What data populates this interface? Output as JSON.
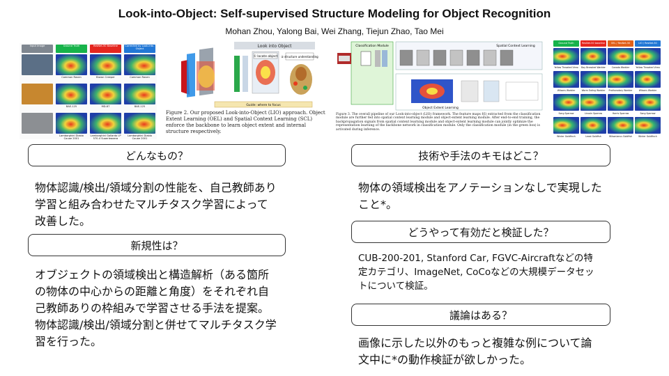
{
  "paper": {
    "title": "Look-into-Object: Self-supervised Structure Modeling for Object Recognition",
    "authors": "Mohan Zhou, Yalong Bai, Wei Zhang, Tiejun Zhao, Tao Mei"
  },
  "figures": {
    "fig1_headers": [
      "Input Image",
      "Ground Truth",
      "ResNet-50 Baseline",
      "Corrected by Look-into-Object"
    ],
    "fig1_labels": [
      "Common Raven",
      "Brown Creeper",
      "Common Raven",
      "BAE-125",
      "MD-87",
      "BAE-125",
      "Lamborghini Diablo Coupe 2001",
      "Lamborghini Gallardo LP 570-4 Superleggera 2012",
      "Lamborghini Diablo Coupe 2001"
    ],
    "fig2_caption": "Figure 2. Our proposed Look-into-Object (LIO) approach. Object Extent Learning (OEL) and Spatial Context Learning (SCL) enforce the backbone to learn object extent and internal structure respectively.",
    "fig2_header": "Look into Object",
    "fig2_tags": [
      "① locate object",
      "② structure understanding"
    ],
    "fig2_footer": "Guide: where to focus",
    "fig3_modules": [
      "Classification Module",
      "Spatial Context Learning",
      "Object Extent Learning"
    ],
    "fig3_caption": "Figure 3. The overall pipeline of our Look-into-object (LIO) framework. The feature maps f(I) extracted from the classification module are further fed into spatial context learning module and object-extent learning module. After end-to-end training, the backpropagation signals from spatial context learning module and object-extent learning module can jointly optimize the representation learning of the backbone network in classification module. Only the classification module (in the green box) is activated during inference.",
    "fig4_headers": [
      "Ground Truth",
      "ResNet-50 baseline",
      "OEL / ResNet-50",
      "LIO / ResNet-50"
    ],
    "fig4_labels": [
      "Yellow Throated Vireo",
      "Bay Breasted Warbler",
      "Canada Warbler",
      "Yellow Throated Vireo",
      "Wilsons Warbler",
      "Worm Eating Warbler",
      "Prothonotary Warbler",
      "Wilsons Warbler",
      "Song Sparrow",
      "Lincoln Sparrow",
      "Harris Sparrow",
      "Song Sparrow",
      "Winter Goldfinch",
      "Least Goldfish",
      "Wilsonianus Goldfish",
      "Winter Goldfinch"
    ]
  },
  "left": {
    "q1": "どんなもの？",
    "a1": "物体認識/検出/領域分割の性能を、自己教師あり学習と組み合わせたマルチタスク学習によって改善した。",
    "q2": "新規性は？",
    "a2": "オブジェクトの領域検出と構造解析（ある箇所の物体の中心からの距離と角度）をそれぞれ自己教師ありの枠組みで学習させる手法を提案。物体認識/検出/領域分割と併せてマルチタスク学習を行った。"
  },
  "right": {
    "q1": "技術や手法のキモはどこ？",
    "a1": "物体の領域検出をアノテーションなしで実現したこと*。",
    "q2": "どうやって有効だと検証した？",
    "a2": "CUB-200-201, Stanford Car, FGVC-Aircraftなどの特定カテゴリ、ImageNet, CoCoなどの大規模データセットについて検証。",
    "q3": "議論はある？",
    "a3": "画像に示した以外のもっと複雑な例について論文中に*の動作検証が欲しかった。"
  },
  "colors": {
    "header_green": "#17b34a",
    "header_red": "#e5261f",
    "header_blue": "#2278d6",
    "header_gray": "#7f8790",
    "heat_blue": "#1f3ea8",
    "heat_hot": "#e83a1d"
  }
}
